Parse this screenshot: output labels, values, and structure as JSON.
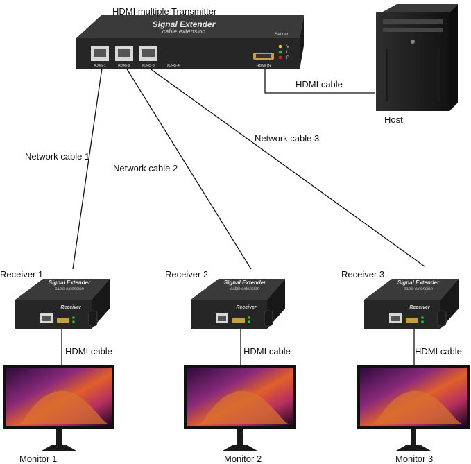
{
  "title": "HDMI  multiple Transmitter",
  "transmitter": {
    "brand_line1": "Signal Extender",
    "brand_line2": "cable extension",
    "mode": "Sender",
    "ports": [
      "RJ45-1",
      "RJ45-2",
      "RJ45-3",
      "RJ45-4"
    ],
    "hdmi_in": "HDMI IN",
    "leds": [
      "V",
      "L",
      "P"
    ]
  },
  "host": {
    "label": "Host"
  },
  "cables": {
    "hdmi_host": "HDMI cable",
    "network": [
      "Network cable 1",
      "Network cable 2",
      "Network cable 3"
    ]
  },
  "receivers": [
    {
      "label": "Receiver 1",
      "brand_line1": "Signal Extender",
      "brand_line2": "cable extension",
      "mode": "Receiver",
      "hdmi_cable": "HDMI cable",
      "monitor": "Monitor 1"
    },
    {
      "label": "Receiver 2",
      "brand_line1": "Signal Extender",
      "brand_line2": "cable extension",
      "mode": "Receiver",
      "hdmi_cable": "HDMI cable",
      "monitor": "Monitor 2"
    },
    {
      "label": "Receiver 3",
      "brand_line1": "Signal Extender",
      "brand_line2": "cable extension",
      "mode": "Receiver",
      "hdmi_cable": "HDMI cable",
      "monitor": "Monitor 3"
    }
  ],
  "colors": {
    "device_body": "#2a2a2a",
    "device_top": "#3a3a3a",
    "cable": "#111111",
    "led_v": "#e8d020",
    "led_l": "#30c030",
    "led_p": "#e02020"
  }
}
